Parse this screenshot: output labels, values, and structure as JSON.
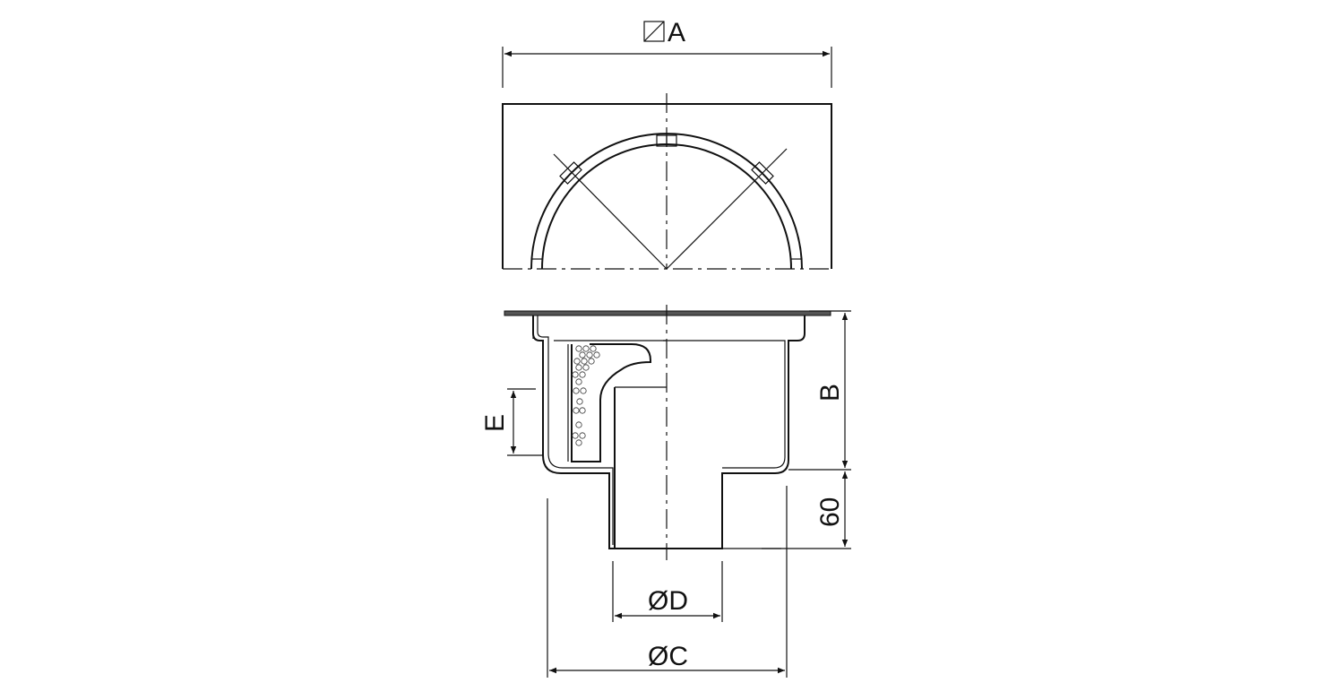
{
  "dimensions": {
    "a": "A",
    "b": "B",
    "e": "E",
    "sixty": "60",
    "d": "ØD",
    "c": "ØC"
  },
  "icons": {
    "square_symbol": "square-slash-icon"
  }
}
